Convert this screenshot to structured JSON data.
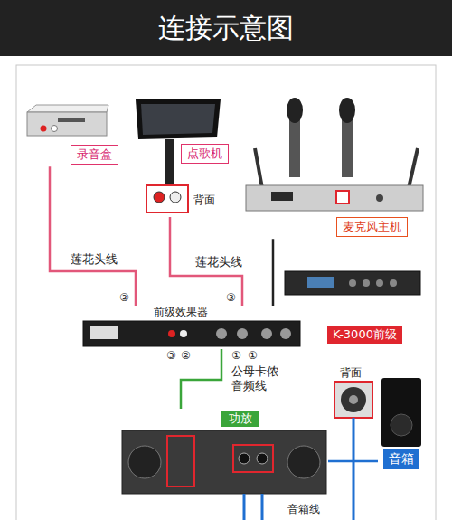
{
  "diagram": {
    "title": "连接示意图",
    "nodes": [
      {
        "text": [
          "录音盒"
        ]
      },
      {
        "text": [
          "点歌机"
        ]
      },
      {
        "text": [
          "麦克风主机"
        ]
      },
      {
        "text": [
          "前级效果器"
        ]
      },
      {
        "text": [
          "K-3000前级"
        ]
      },
      {
        "text": [
          "功放"
        ]
      },
      {
        "text": [
          "音箱"
        ]
      }
    ],
    "edges": [
      {
        "from": 0,
        "to": 3,
        "label": "莲花头线",
        "arrow": "none"
      },
      {
        "from": 1,
        "to": 3,
        "label": "莲花头线",
        "arrow": "none"
      },
      {
        "from": 2,
        "to": 3,
        "arrow": "none"
      },
      {
        "from": 3,
        "to": 5,
        "label": "公母卡侬 音频线",
        "arrow": "none"
      },
      {
        "from": 5,
        "to": 6,
        "arrow": "none"
      }
    ],
    "labels": [
      "背面",
      "②",
      "③",
      "③",
      "②",
      "①",
      "①",
      "背面",
      "音箱线"
    ]
  }
}
